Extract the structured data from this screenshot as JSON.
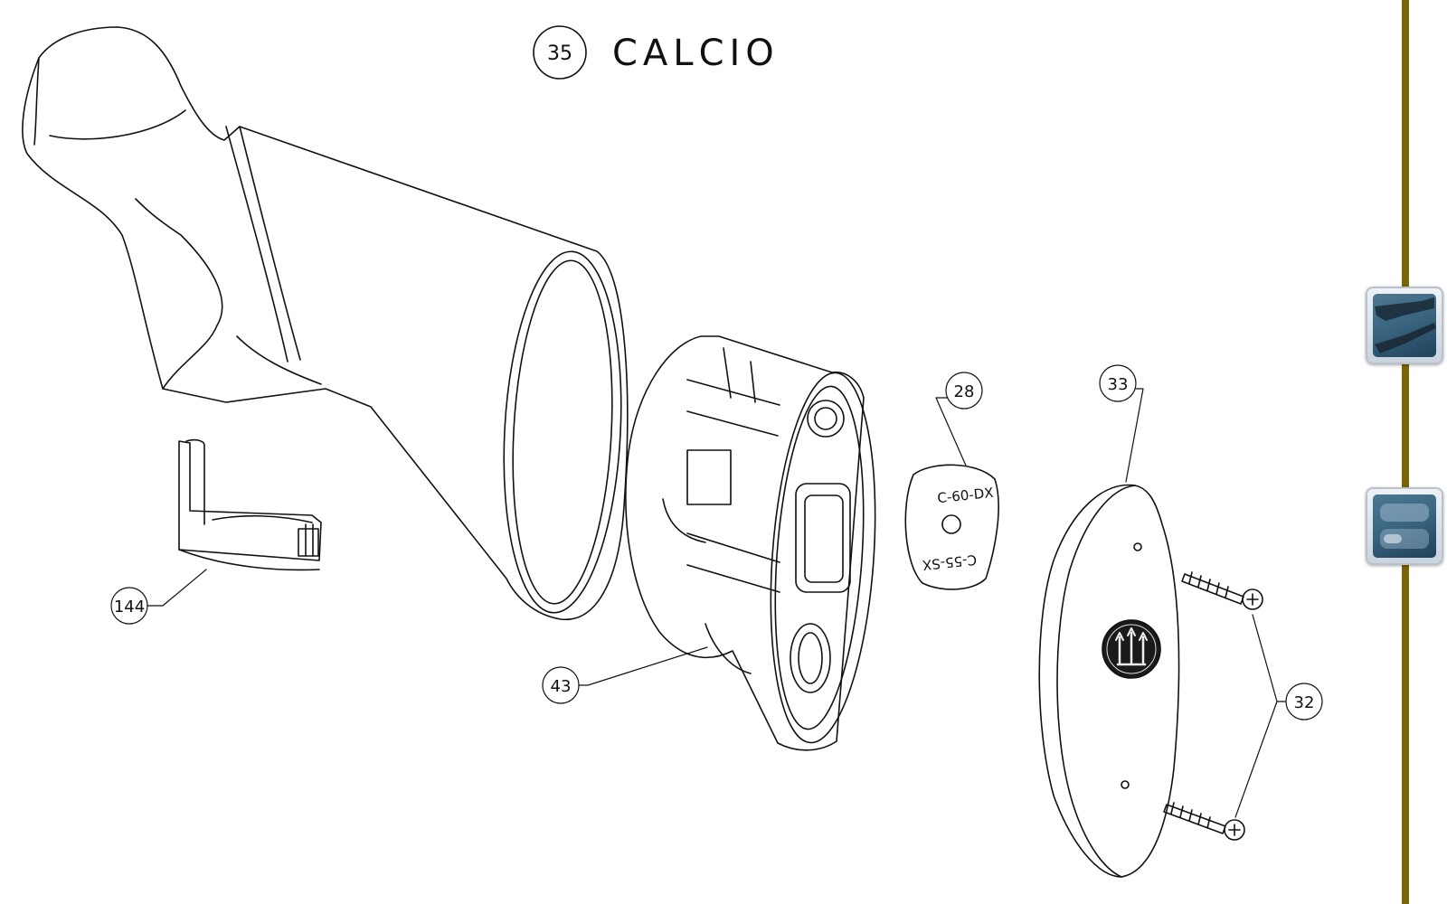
{
  "title": {
    "number": "35",
    "text": "CALCIO"
  },
  "callouts": [
    {
      "id": "144",
      "label": "144"
    },
    {
      "id": "43",
      "label": "43"
    },
    {
      "id": "28",
      "label": "28"
    },
    {
      "id": "33",
      "label": "33"
    },
    {
      "id": "32",
      "label": "32"
    }
  ],
  "parts": {
    "spacer_top_text": "C-60-DX",
    "spacer_bottom_text": "C-55-SX"
  },
  "sidebar": {
    "rail_color": "#7a6308",
    "buttons": [
      {
        "icon": "shotgun-parts-icon"
      },
      {
        "icon": "parts-list-icon"
      }
    ]
  }
}
